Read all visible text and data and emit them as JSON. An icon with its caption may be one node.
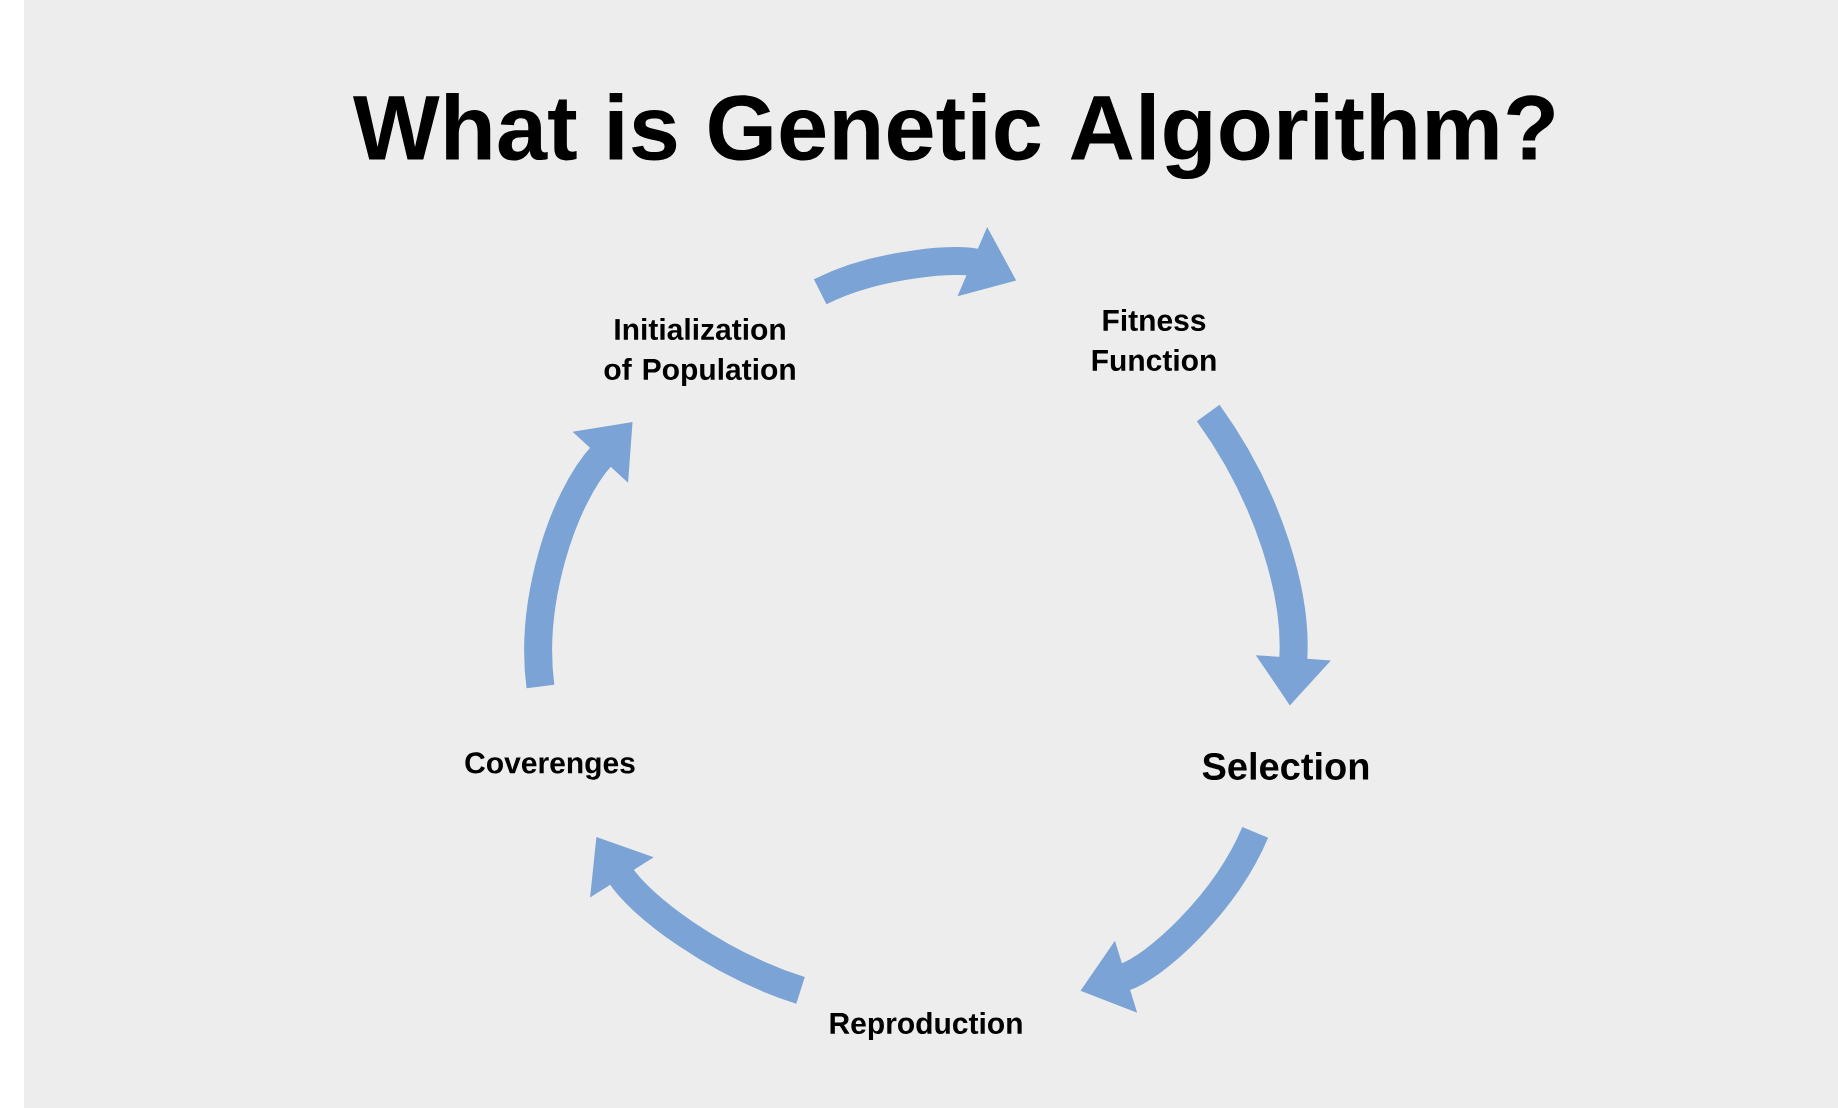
{
  "diagram": {
    "title": "What is Genetic Algorithm?",
    "nodes": [
      {
        "text": [
          "Initialization of Population"
        ]
      },
      {
        "text": [
          "Fitness Function"
        ]
      },
      {
        "text": [
          "Selection"
        ]
      },
      {
        "text": [
          "Reproduction"
        ]
      },
      {
        "text": [
          "Coverenges"
        ]
      }
    ],
    "edges": [
      {
        "from": 0,
        "to": 1,
        "arrow": "to"
      },
      {
        "from": 1,
        "to": 2,
        "arrow": "to"
      },
      {
        "from": 2,
        "to": 3,
        "arrow": "to"
      },
      {
        "from": 3,
        "to": 4,
        "arrow": "to"
      },
      {
        "from": 4,
        "to": 0,
        "arrow": "to"
      }
    ]
  }
}
